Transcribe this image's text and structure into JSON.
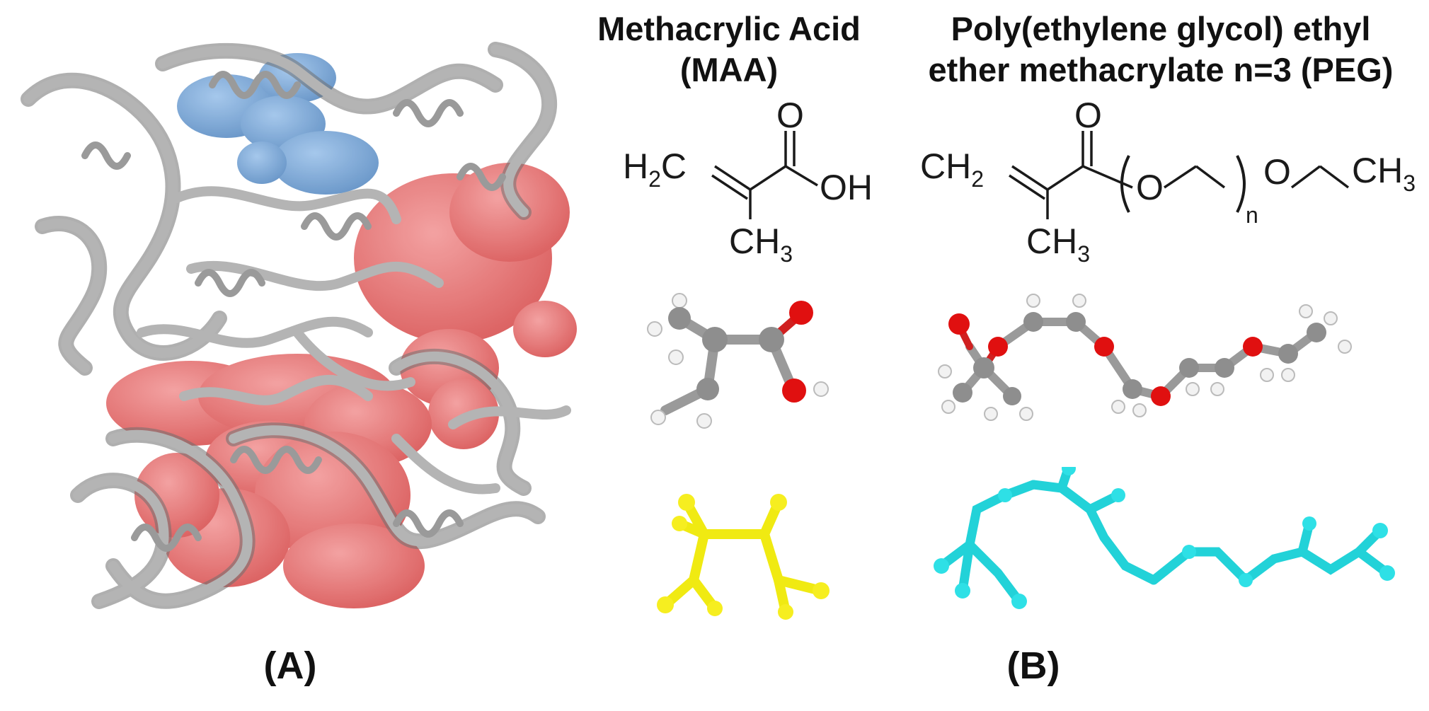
{
  "panel_a": {
    "label": "(A)"
  },
  "panel_b": {
    "label": "(B)",
    "maa": {
      "title_line1": "Methacrylic Acid",
      "title_line2": "(MAA)",
      "atoms": {
        "ch2": "H",
        "ch2_sub": "2",
        "ch2_c": "C",
        "o_top": "O",
        "oh": "OH",
        "ch3": "CH",
        "ch3_sub": "3"
      }
    },
    "peg": {
      "title_line1": "Poly(ethylene glycol) ethyl",
      "title_line2": "ether methacrylate n=3 (PEG)",
      "atoms": {
        "ch2": "CH",
        "ch2_sub": "2",
        "o_top": "O",
        "o_ester": "O",
        "n": "n",
        "o_ether": "O",
        "ch3_end": "CH",
        "ch3_end_sub": "3",
        "ch3": "CH",
        "ch3_sub": "3"
      }
    }
  },
  "colors": {
    "ribbon": "#a8a8a8",
    "ribbon_dark": "#6f6f6f",
    "pocket_blue": "#6f9fd3",
    "pocket_red": "#e86b6b",
    "oxygen": "#e01010",
    "carbon": "#8e8e8e",
    "hydrogen": "#f2f2f2",
    "maa_stick": "#f0ea12",
    "peg_stick": "#22d2d8"
  }
}
